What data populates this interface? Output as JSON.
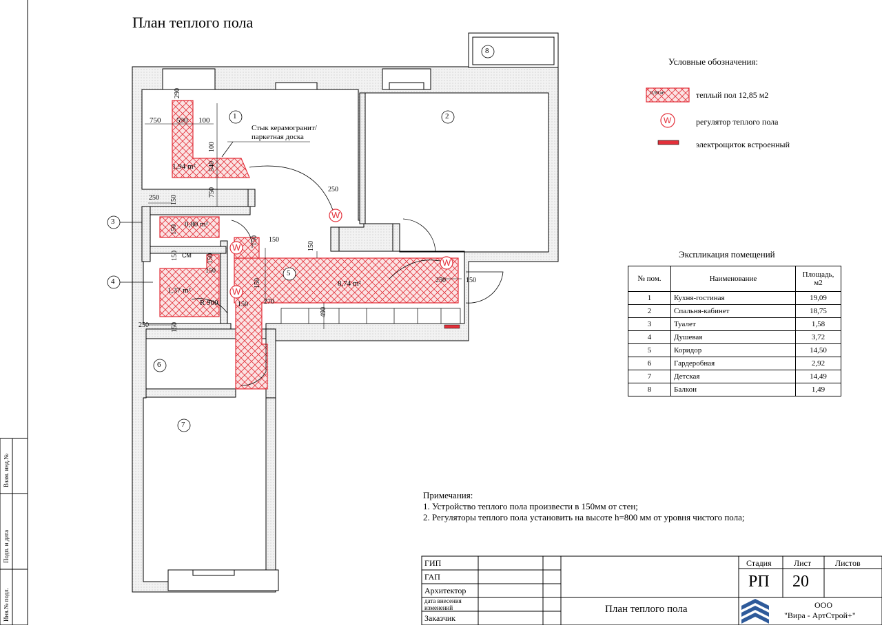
{
  "title": "План теплого пола",
  "legend": {
    "title": "Условные обозначения:",
    "items": [
      {
        "label": "теплый пол 12,85 м2",
        "swatch_text": "0,90 м²"
      },
      {
        "label": "регулятор теплого пола",
        "symbol": "W"
      },
      {
        "label": "электрощиток встроенный"
      }
    ]
  },
  "explication": {
    "title": "Экспликация помещений",
    "headers": [
      "№ пом.",
      "Наименование",
      "Площадь, м2"
    ],
    "rows": [
      [
        "1",
        "Кухня-гостиная",
        "19,09"
      ],
      [
        "2",
        "Спальня-кабинет",
        "18,75"
      ],
      [
        "3",
        "Туалет",
        "1,58"
      ],
      [
        "4",
        "Душевая",
        "3,72"
      ],
      [
        "5",
        "Коридор",
        "14,50"
      ],
      [
        "6",
        "Гардеробная",
        "2,92"
      ],
      [
        "7",
        "Детская",
        "14,49"
      ],
      [
        "8",
        "Балкон",
        "1,49"
      ]
    ]
  },
  "plan": {
    "room_numbers": [
      "1",
      "2",
      "3",
      "4",
      "5",
      "6",
      "7",
      "8"
    ],
    "areas": [
      "1,94 m²",
      "0,80 m²",
      "1,37 m²",
      "8,74 m²"
    ],
    "joint_note_line1": "Стык керамогранит/",
    "joint_note_line2": "паркетная доска",
    "dims": {
      "d290": "290",
      "d750a": "750",
      "d590": "590",
      "d100a": "100",
      "d100b": "100",
      "d540": "540",
      "d750b": "750",
      "d250a": "250",
      "d250b": "250",
      "d150a": "150",
      "d150b": "150",
      "d150c": "150",
      "d150d": "150",
      "d150e": "150",
      "d150f": "150",
      "d250c": "250",
      "d150g": "150",
      "d270": "270",
      "d490": "490",
      "d150h": "150",
      "d150i": "150",
      "d150j": "150",
      "d250d": "250",
      "d150k": "150",
      "d150l": "150"
    },
    "radius": "R 900",
    "cm_label": "СМ",
    "regulator": "W"
  },
  "notes": {
    "heading": "Примечания:",
    "line1": "1. Устройство теплого пола произвести в 150мм от стен;",
    "line2": "2. Регуляторы теплого пола установить на высоте h=800 мм от уровня чистого пола;"
  },
  "side": {
    "label1": "Взам. инд.№",
    "label2": "Подп. и дата",
    "label3": "Инв.№ подл."
  },
  "stamp": {
    "rows": [
      "ГИП",
      "ГАП",
      "Архитектор",
      "дата внесения изменений",
      "Заказчик"
    ],
    "stage_header": "Стадия",
    "sheet_header": "Лист",
    "sheets_header": "Листов",
    "stage": "РП",
    "sheet": "20",
    "doc_title": "План теплого пола",
    "org_line1": "ООО",
    "org_line2": "\"Вира - АртСтрой+\""
  },
  "colors": {
    "heat": "#e3303a",
    "wall": "#ececec"
  }
}
